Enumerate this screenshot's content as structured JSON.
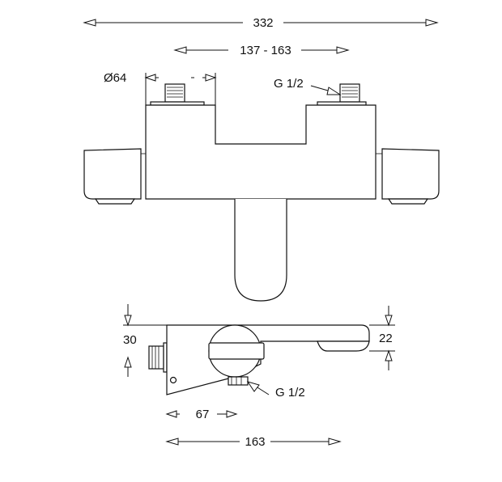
{
  "dimensions": {
    "overall_width": "332",
    "inlet_spacing": "137 - 163",
    "diameter": "Ø64",
    "thread_top": "G 1/2",
    "height_left": "30",
    "height_right": "22",
    "thread_bottom": "G 1/2",
    "depth_short": "67",
    "depth_total": "163"
  }
}
